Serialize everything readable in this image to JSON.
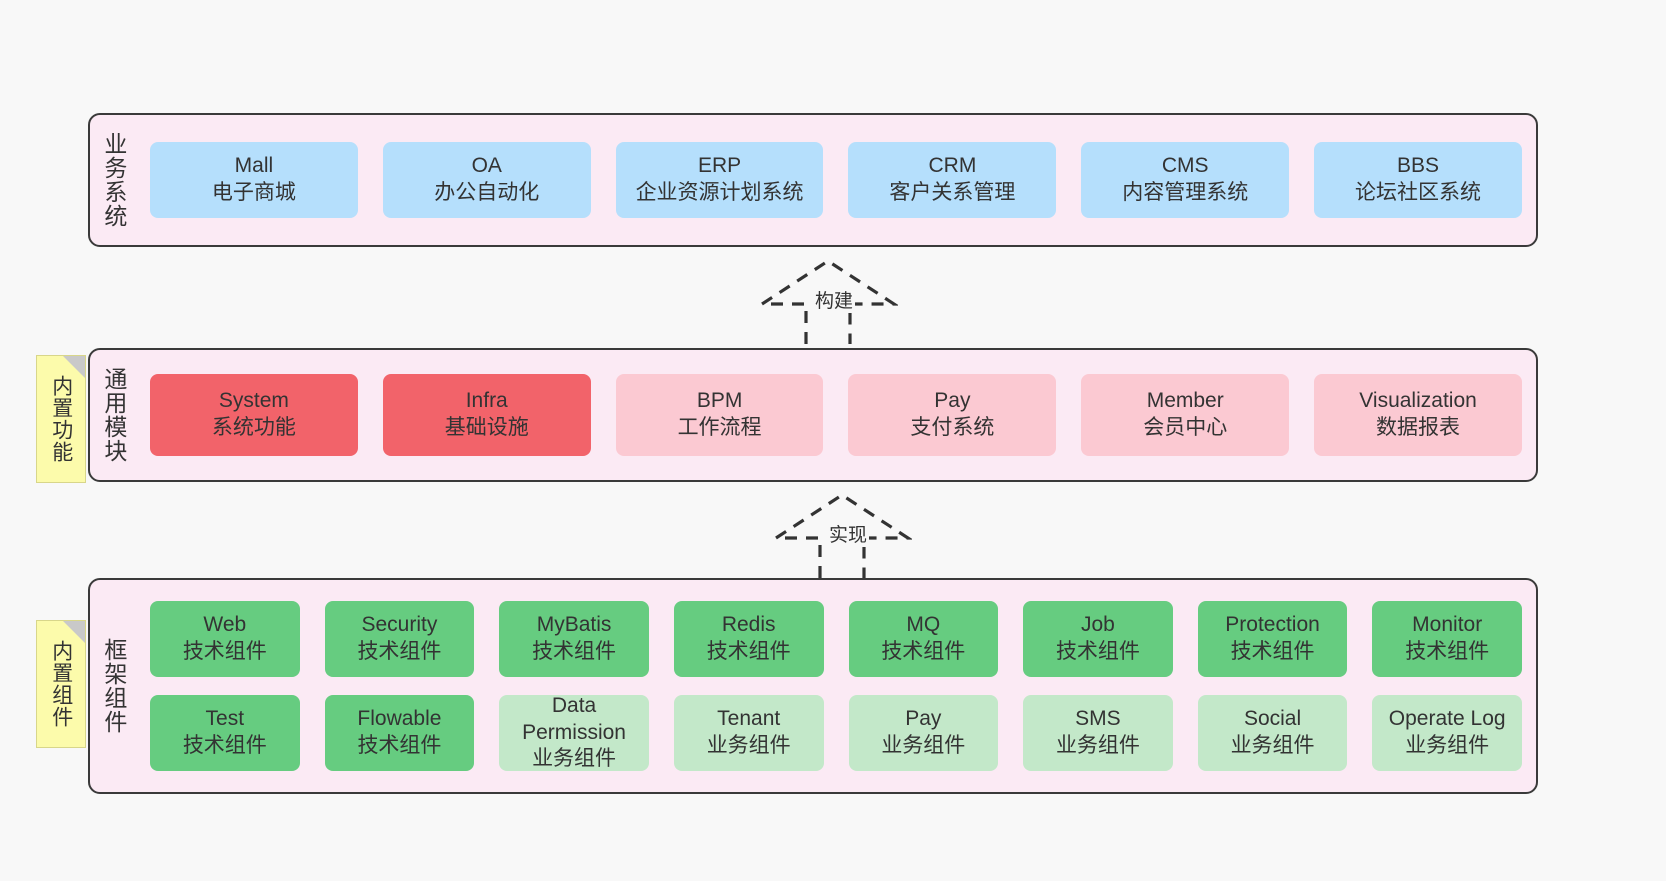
{
  "diagram": {
    "background": "#f8f8f8",
    "panel_bg": "#fbeaf4",
    "panel_border": "#3a3a3a",
    "note_bg": "#fcfbab"
  },
  "layers": [
    {
      "id": "business-systems",
      "title": "业务系统",
      "note": null,
      "rows": [
        {
          "cards": [
            {
              "title": "Mall",
              "subtitle": "电子商城",
              "color": "#b5dffc",
              "style": "c-blue"
            },
            {
              "title": "OA",
              "subtitle": "办公自动化",
              "color": "#b5dffc",
              "style": "c-blue"
            },
            {
              "title": "ERP",
              "subtitle": "企业资源计划系统",
              "color": "#b5dffc",
              "style": "c-blue"
            },
            {
              "title": "CRM",
              "subtitle": "客户关系管理",
              "color": "#b5dffc",
              "style": "c-blue"
            },
            {
              "title": "CMS",
              "subtitle": "内容管理系统",
              "color": "#b5dffc",
              "style": "c-blue"
            },
            {
              "title": "BBS",
              "subtitle": "论坛社区系统",
              "color": "#b5dffc",
              "style": "c-blue"
            }
          ]
        }
      ]
    },
    {
      "id": "common-modules",
      "title": "通用模块",
      "note": "内置功能",
      "rows": [
        {
          "cards": [
            {
              "title": "System",
              "subtitle": "系统功能",
              "color": "#f2636a",
              "style": "c-red"
            },
            {
              "title": "Infra",
              "subtitle": "基础设施",
              "color": "#f2636a",
              "style": "c-red"
            },
            {
              "title": "BPM",
              "subtitle": "工作流程",
              "color": "#fbc9d2",
              "style": "c-pink"
            },
            {
              "title": "Pay",
              "subtitle": "支付系统",
              "color": "#fbc9d2",
              "style": "c-pink"
            },
            {
              "title": "Member",
              "subtitle": "会员中心",
              "color": "#fbc9d2",
              "style": "c-pink"
            },
            {
              "title": "Visualization",
              "subtitle": "数据报表",
              "color": "#fbc9d2",
              "style": "c-pink"
            }
          ]
        }
      ]
    },
    {
      "id": "framework-components",
      "title": "框架组件",
      "note": "内置组件",
      "rows": [
        {
          "cards": [
            {
              "title": "Web",
              "subtitle": "技术组件",
              "color": "#66cc80",
              "style": "c-green"
            },
            {
              "title": "Security",
              "subtitle": "技术组件",
              "color": "#66cc80",
              "style": "c-green"
            },
            {
              "title": "MyBatis",
              "subtitle": "技术组件",
              "color": "#66cc80",
              "style": "c-green"
            },
            {
              "title": "Redis",
              "subtitle": "技术组件",
              "color": "#66cc80",
              "style": "c-green"
            },
            {
              "title": "MQ",
              "subtitle": "技术组件",
              "color": "#66cc80",
              "style": "c-green"
            },
            {
              "title": "Job",
              "subtitle": "技术组件",
              "color": "#66cc80",
              "style": "c-green"
            },
            {
              "title": "Protection",
              "subtitle": "技术组件",
              "color": "#66cc80",
              "style": "c-green"
            },
            {
              "title": "Monitor",
              "subtitle": "技术组件",
              "color": "#66cc80",
              "style": "c-green"
            }
          ]
        },
        {
          "cards": [
            {
              "title": "Test",
              "subtitle": "技术组件",
              "color": "#66cc80",
              "style": "c-green"
            },
            {
              "title": "Flowable",
              "subtitle": "技术组件",
              "color": "#66cc80",
              "style": "c-green"
            },
            {
              "title": "Data Permission",
              "subtitle": "业务组件",
              "color": "#c3e8c9",
              "style": "c-lightgreen",
              "wrap": true
            },
            {
              "title": "Tenant",
              "subtitle": "业务组件",
              "color": "#c3e8c9",
              "style": "c-lightgreen"
            },
            {
              "title": "Pay",
              "subtitle": "业务组件",
              "color": "#c3e8c9",
              "style": "c-lightgreen"
            },
            {
              "title": "SMS",
              "subtitle": "业务组件",
              "color": "#c3e8c9",
              "style": "c-lightgreen"
            },
            {
              "title": "Social",
              "subtitle": "业务组件",
              "color": "#c3e8c9",
              "style": "c-lightgreen"
            },
            {
              "title": "Operate Log",
              "subtitle": "业务组件",
              "color": "#c3e8c9",
              "style": "c-lightgreen"
            }
          ]
        }
      ]
    }
  ],
  "connectors": [
    {
      "id": "build",
      "label": "构建",
      "style": "dashed-hollow-arrow-up"
    },
    {
      "id": "implement",
      "label": "实现",
      "style": "dashed-hollow-arrow-up"
    }
  ]
}
